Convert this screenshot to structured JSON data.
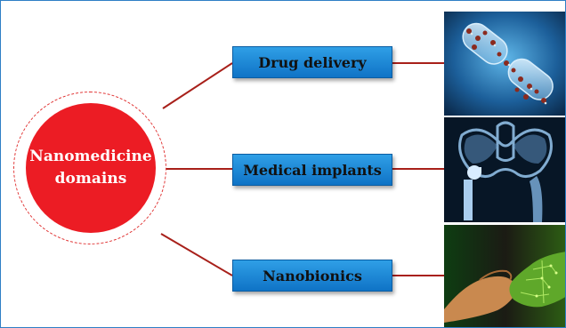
{
  "hub": {
    "line1": "Nanomedicine",
    "line2": "domains"
  },
  "branches": [
    {
      "label": "Drug delivery",
      "image": "nanoparticle-capsule-image"
    },
    {
      "label": "Medical implants",
      "image": "hip-implant-xray-image"
    },
    {
      "label": "Nanobionics",
      "image": "human-robot-handshake-image"
    }
  ],
  "colors": {
    "hub": "#ec1c24",
    "box": "#1a86d6",
    "connector": "#a8201a",
    "frame": "#2e7fc6"
  }
}
